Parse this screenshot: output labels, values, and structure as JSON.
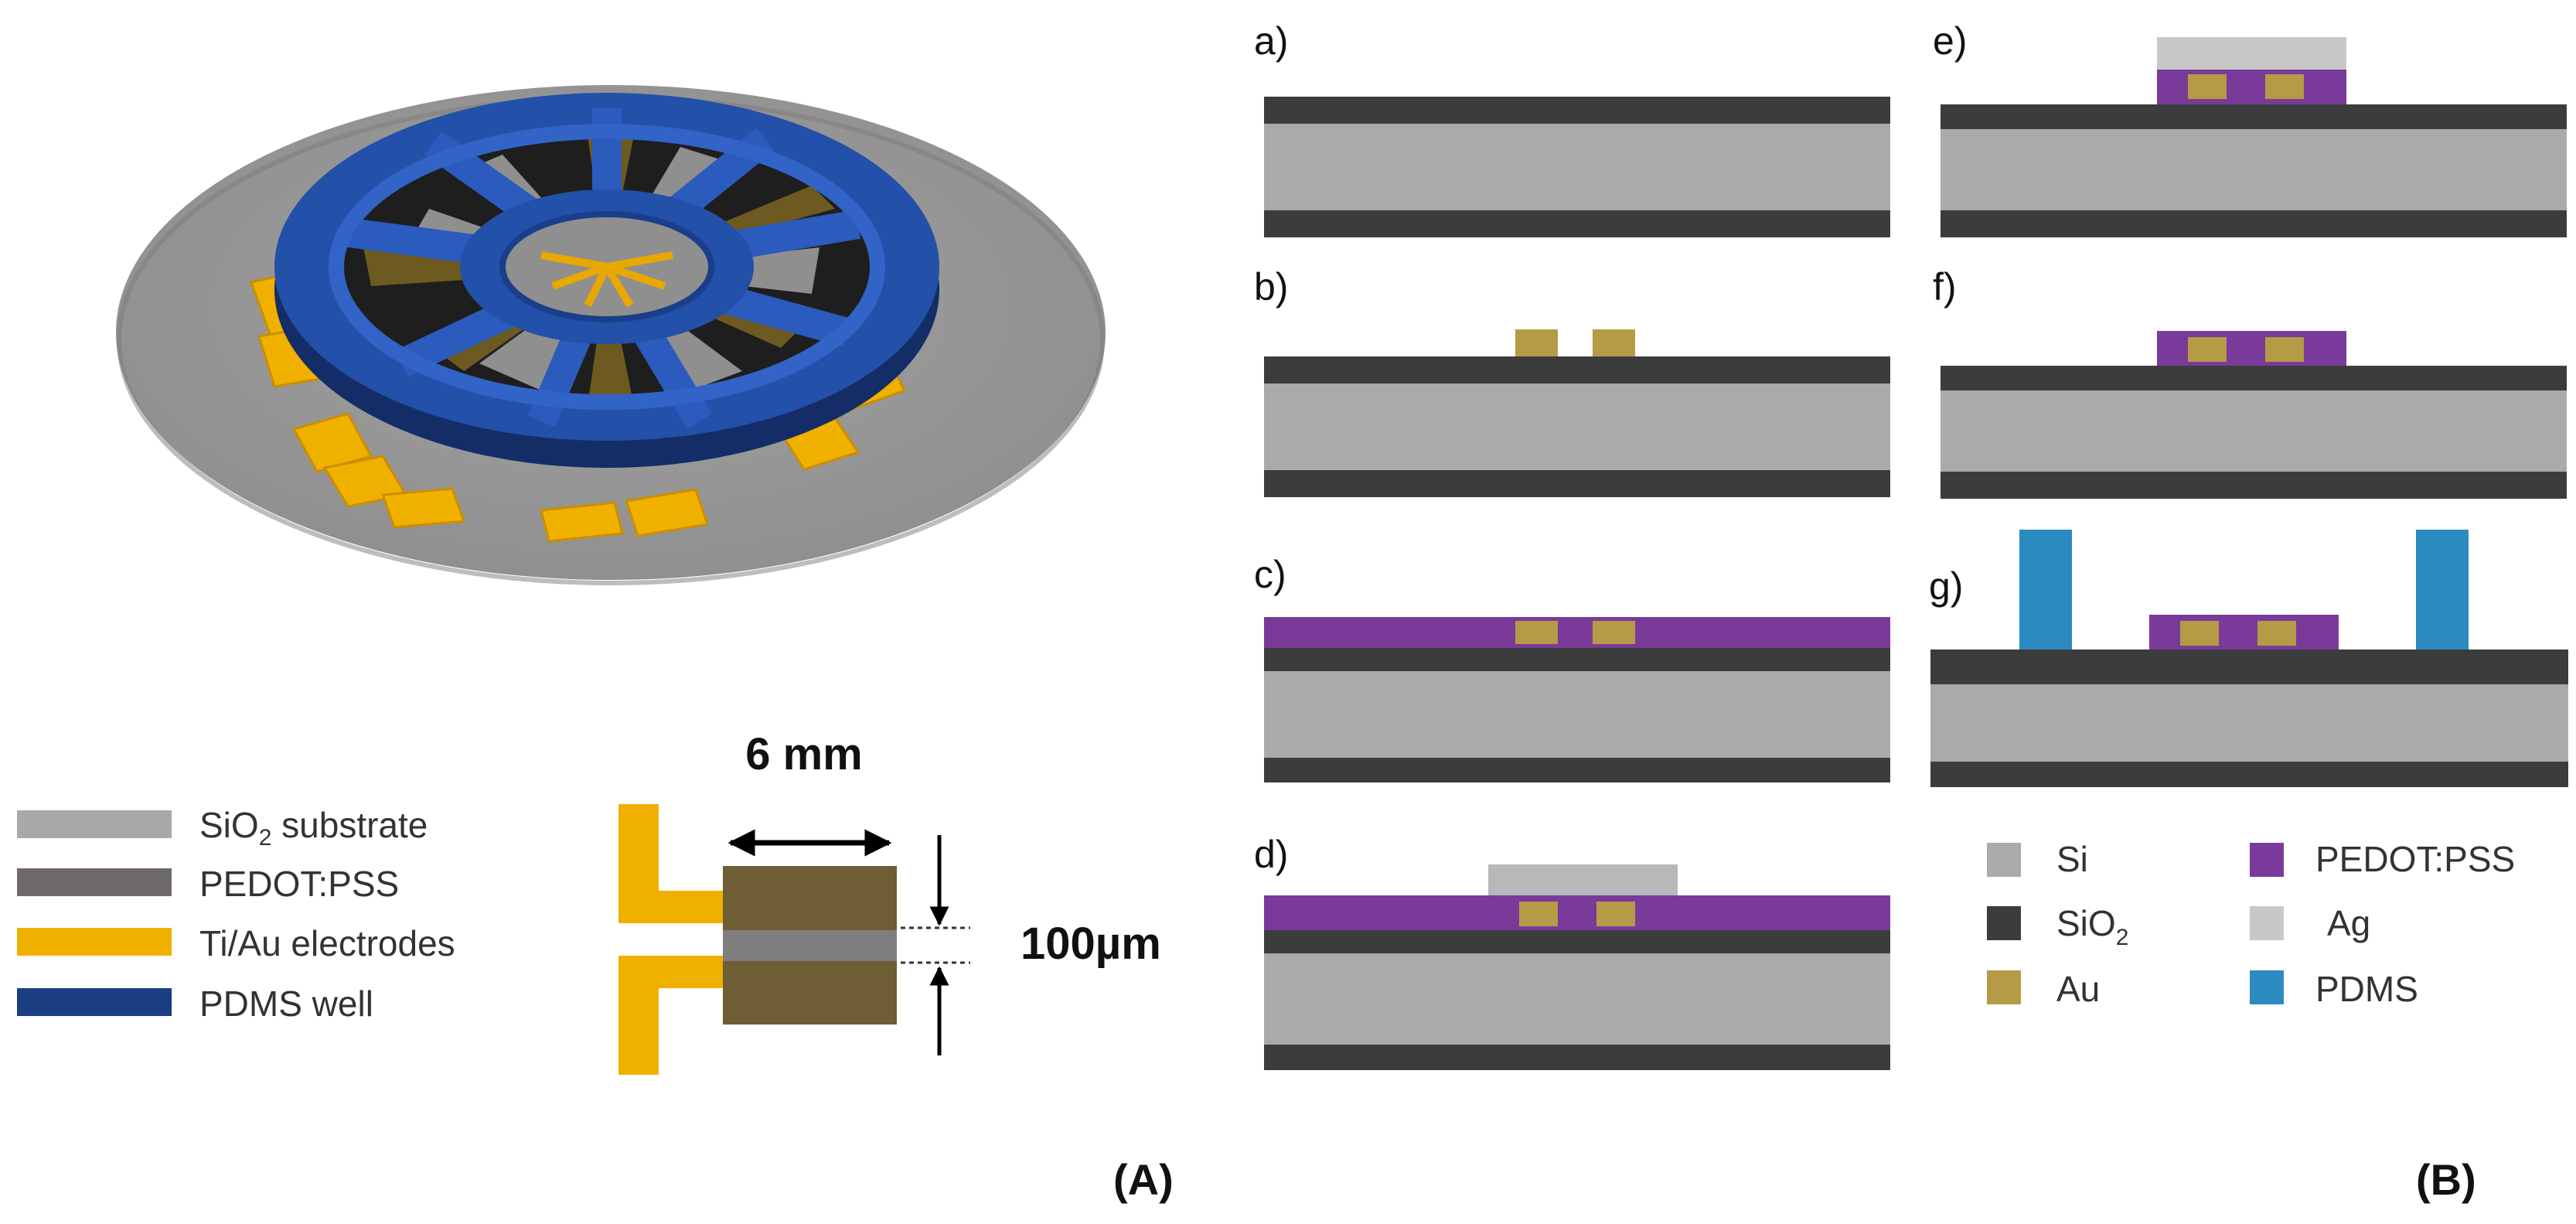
{
  "panel_a": {
    "label": "(A)",
    "dimension_width": "6 mm",
    "dimension_gap": "100µm",
    "legend": [
      {
        "label_main": "SiO",
        "label_sub": "2",
        "label_rest": " substrate",
        "color": "#a8a8a8"
      },
      {
        "label_main": "PEDOT:PSS",
        "label_sub": "",
        "label_rest": "",
        "color": "#6e6a6a"
      },
      {
        "label_main": "Ti/Au electrodes",
        "label_sub": "",
        "label_rest": "",
        "color": "#f0b000"
      },
      {
        "label_main": "PDMS well",
        "label_sub": "",
        "label_rest": "",
        "color": "#1b3d82"
      }
    ]
  },
  "panel_b": {
    "label": "(B)",
    "steps": [
      {
        "id": "a",
        "label": "a)"
      },
      {
        "id": "b",
        "label": "b)"
      },
      {
        "id": "c",
        "label": "c)"
      },
      {
        "id": "d",
        "label": "d)"
      },
      {
        "id": "e",
        "label": "e)"
      },
      {
        "id": "f",
        "label": "f)"
      },
      {
        "id": "g",
        "label": "g)"
      }
    ],
    "legend": [
      {
        "label_main": "Si",
        "label_sub": "",
        "color": "#a9aaa9"
      },
      {
        "label_main": "SiO",
        "label_sub": "2",
        "color": "#3c3c3c"
      },
      {
        "label_main": "Au",
        "label_sub": "",
        "color": "#b59b45"
      },
      {
        "label_main": "PEDOT:PSS",
        "label_sub": "",
        "color": "#7a3a99"
      },
      {
        "label_main": "Ag",
        "label_sub": "",
        "color": "#c8c8c8"
      },
      {
        "label_main": "PDMS",
        "label_sub": "",
        "color": "#2b8bc0"
      }
    ]
  }
}
